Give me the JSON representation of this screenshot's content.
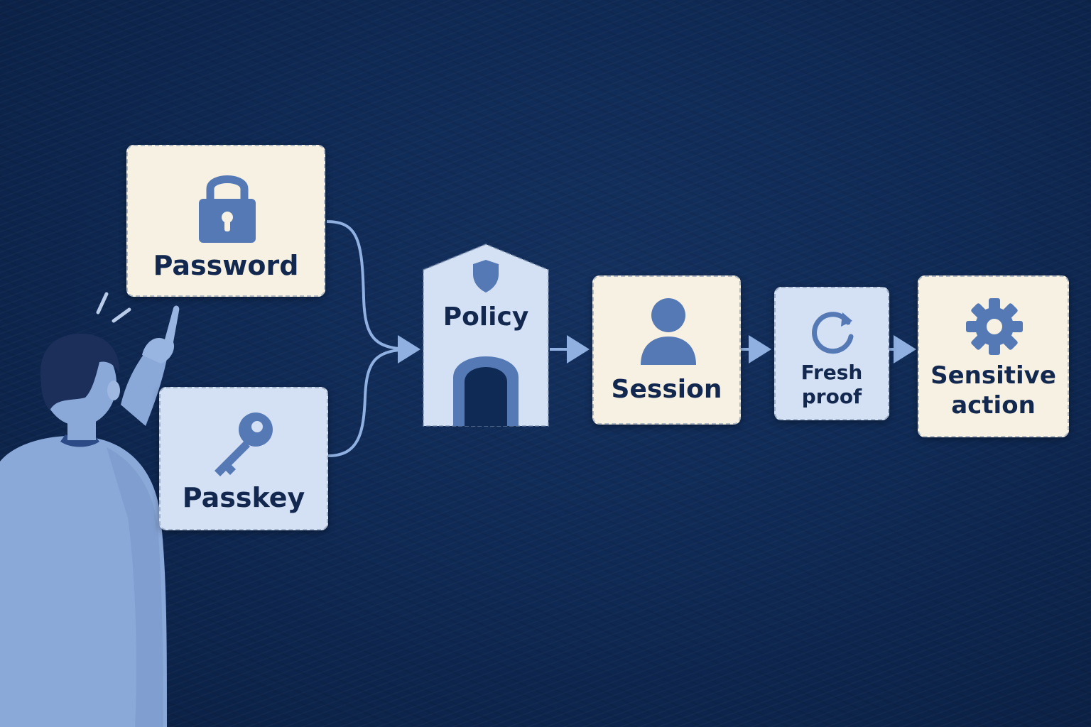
{
  "nodes": {
    "password": {
      "label": "Password",
      "icon": "lock-icon"
    },
    "passkey": {
      "label": "Passkey",
      "icon": "key-icon"
    },
    "policy": {
      "label": "Policy",
      "icon": "shield-icon"
    },
    "session": {
      "label": "Session",
      "icon": "user-icon"
    },
    "fresh_proof": {
      "label_line1": "Fresh",
      "label_line2": "proof",
      "icon": "refresh-icon"
    },
    "sensitive_action": {
      "label_line1": "Sensitive",
      "label_line2": "action",
      "icon": "gear-icon"
    }
  },
  "colors": {
    "background": "#0f2a55",
    "card_cream": "#f6f1e3",
    "card_blue": "#d4e1f4",
    "icon_blue": "#5579b5",
    "connector": "#8fb0e0",
    "text": "#13284f"
  }
}
